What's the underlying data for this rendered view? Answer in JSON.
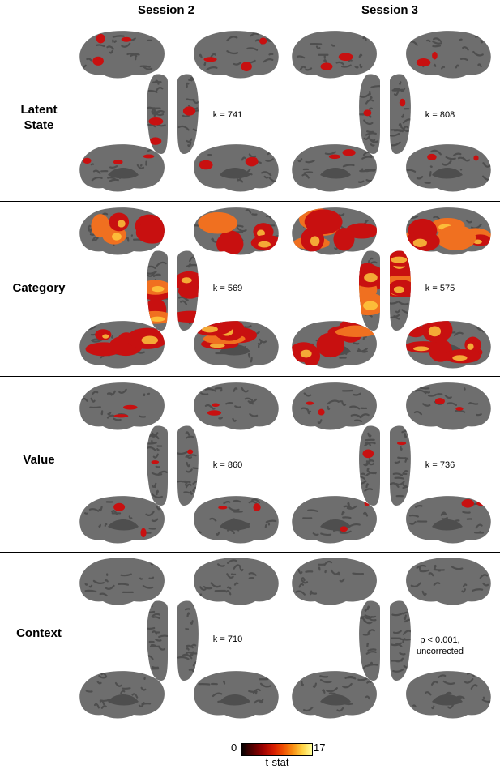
{
  "columns": [
    "Session 2",
    "Session 3"
  ],
  "rows": [
    {
      "label": "Latent\nState",
      "k": [
        "k = 741",
        "k = 808"
      ]
    },
    {
      "label": "Category",
      "k": [
        "k = 569",
        "k = 575"
      ]
    },
    {
      "label": "Value",
      "k": [
        "k = 860",
        "k = 736"
      ]
    },
    {
      "label": "Context",
      "k": [
        "k = 710",
        "p < 0.001,\nuncorrected"
      ]
    }
  ],
  "colorbar": {
    "min": "0",
    "max": "17",
    "title": "t-stat"
  },
  "colors": {
    "cortex": "#6e6e6e",
    "sulcus": "#4e4e4e",
    "activation_low": "#c81010",
    "activation_high": "#ffd040"
  }
}
